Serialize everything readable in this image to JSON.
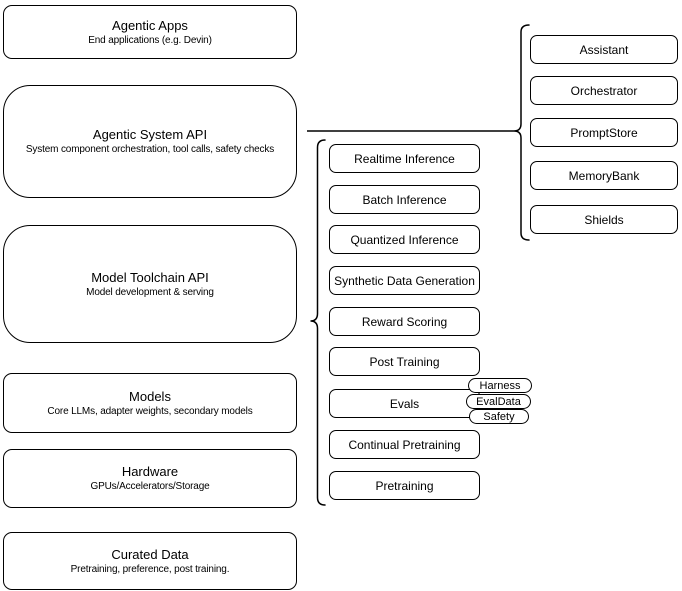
{
  "diagram": {
    "left_stack": [
      {
        "title": "Agentic Apps",
        "subtitle": "End applications (e.g. Devin)"
      },
      {
        "title": "Agentic System API",
        "subtitle": "System component orchestration, tool calls, safety checks"
      },
      {
        "title": "Model Toolchain API",
        "subtitle": "Model development & serving"
      },
      {
        "title": "Models",
        "subtitle": "Core LLMs, adapter weights, secondary models"
      },
      {
        "title": "Hardware",
        "subtitle": "GPUs/Accelerators/Storage"
      },
      {
        "title": "Curated Data",
        "subtitle": "Pretraining, preference, post training."
      }
    ],
    "toolchain_items": [
      "Realtime Inference",
      "Batch Inference",
      "Quantized Inference",
      "Synthetic Data Generation",
      "Reward Scoring",
      "Post Training",
      "Evals",
      "Continual Pretraining",
      "Pretraining"
    ],
    "eval_tags": [
      "Harness",
      "EvalData",
      "Safety"
    ],
    "system_components": [
      "Assistant",
      "Orchestrator",
      "PromptStore",
      "MemoryBank",
      "Shields"
    ],
    "colors": {
      "stroke": "#000000",
      "background": "#ffffff"
    }
  }
}
